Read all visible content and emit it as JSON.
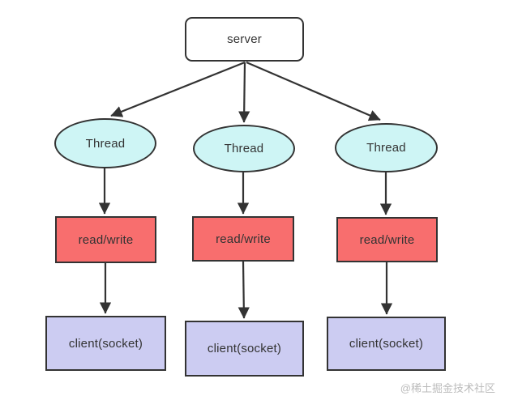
{
  "nodes": {
    "server": {
      "label": "server"
    },
    "threads": [
      {
        "label": "Thread"
      },
      {
        "label": "Thread"
      },
      {
        "label": "Thread"
      }
    ],
    "read_writes": [
      {
        "label": "read/write"
      },
      {
        "label": "read/write"
      },
      {
        "label": "read/write"
      }
    ],
    "clients": [
      {
        "label": "client(socket)"
      },
      {
        "label": "client(socket)"
      },
      {
        "label": "client(socket)"
      }
    ]
  },
  "edges": [
    {
      "from": "server",
      "to": "thread-1"
    },
    {
      "from": "server",
      "to": "thread-2"
    },
    {
      "from": "server",
      "to": "thread-3"
    },
    {
      "from": "thread-1",
      "to": "read-write-1"
    },
    {
      "from": "thread-2",
      "to": "read-write-2"
    },
    {
      "from": "thread-3",
      "to": "read-write-3"
    },
    {
      "from": "read-write-1",
      "to": "client-1"
    },
    {
      "from": "read-write-2",
      "to": "client-2"
    },
    {
      "from": "read-write-3",
      "to": "client-3"
    }
  ],
  "watermark": {
    "text": "@稀土掘金技术社区"
  },
  "colors": {
    "outline": "#333333",
    "server_fill": "#ffffff",
    "thread_fill": "#cef5f5",
    "read_write_fill": "#f86e6e",
    "client_fill": "#ccccf2",
    "text": "#333333",
    "watermark": "#bbbbbb"
  }
}
